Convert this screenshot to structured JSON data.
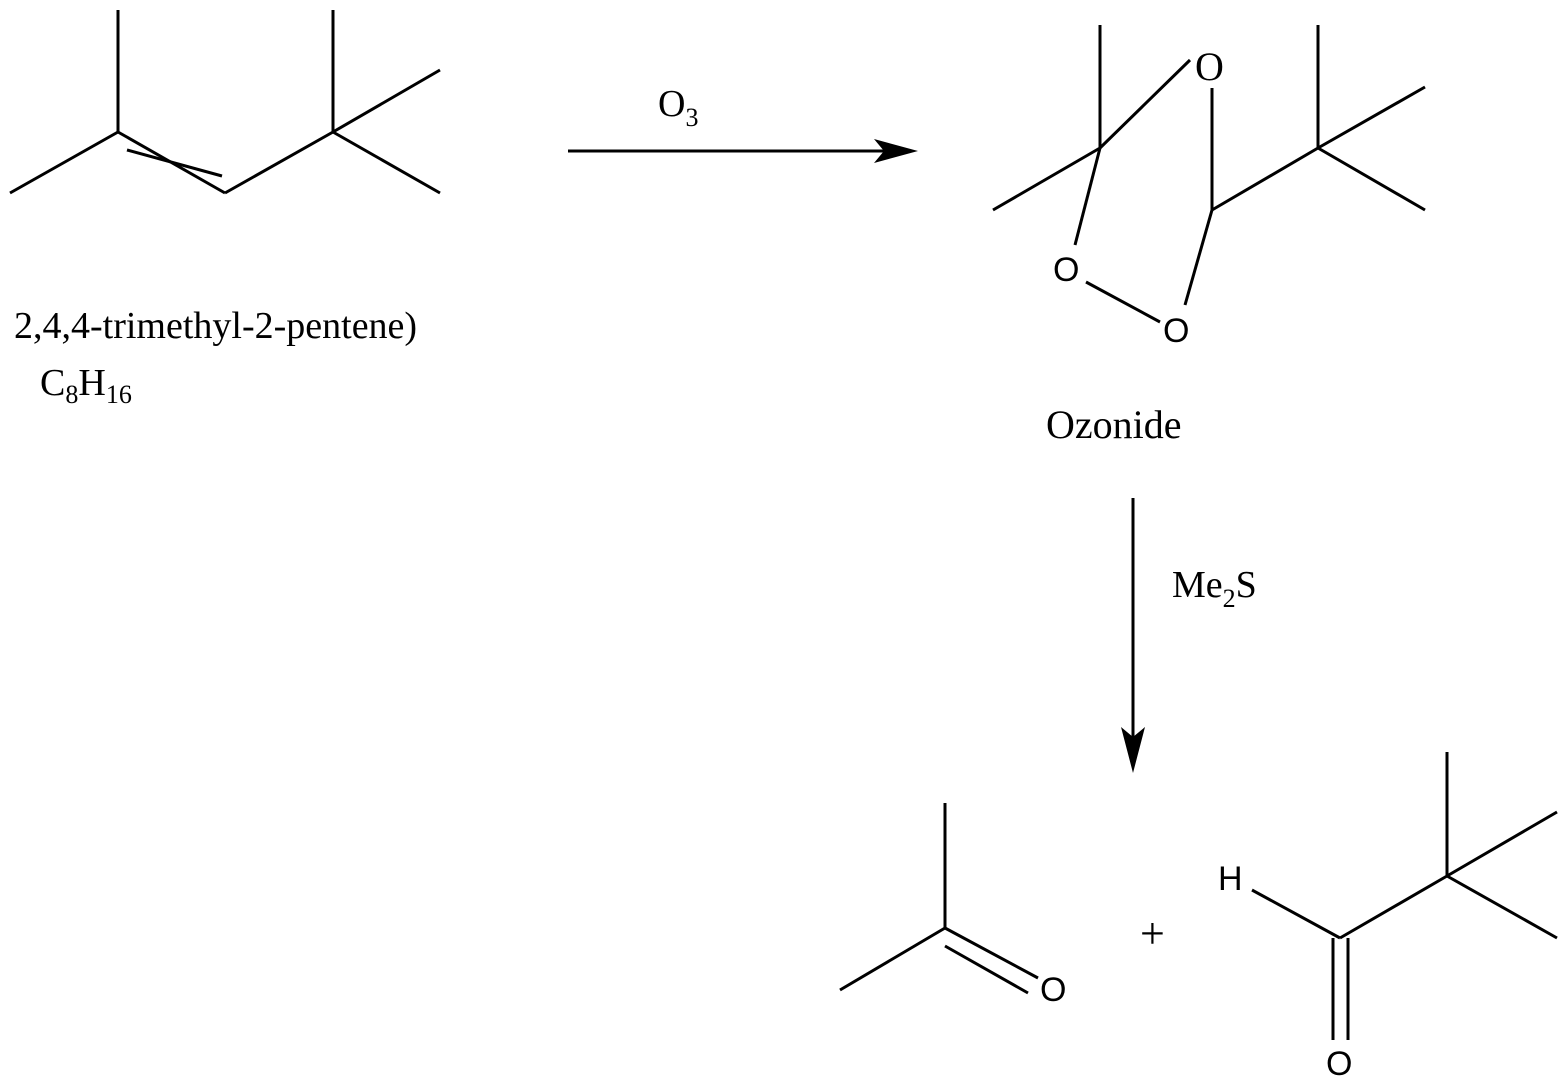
{
  "reactant": {
    "name": "2,4,4-trimethyl-2-pentene)",
    "formula_base_c": "C",
    "formula_sub_c": "8",
    "formula_base_h": "H",
    "formula_sub_h": "16"
  },
  "step1": {
    "reagent_base": "O",
    "reagent_sub": "3"
  },
  "intermediate": {
    "name": "Ozonide",
    "atoms": {
      "o_top": "O",
      "o_left": "O",
      "o_bottom": "O"
    }
  },
  "step2": {
    "reagent_base": "Me",
    "reagent_sub": "2",
    "reagent_tail": "S"
  },
  "products": {
    "plus": "+",
    "acetone_o": "O",
    "aldehyde_h": "H",
    "aldehyde_o": "O"
  }
}
